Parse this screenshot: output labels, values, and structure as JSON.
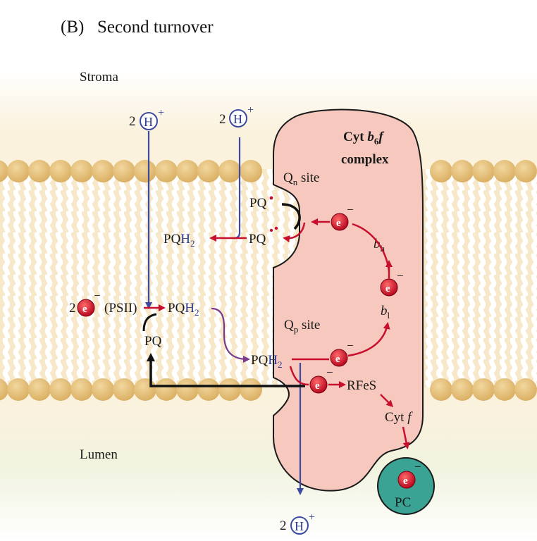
{
  "title": {
    "panel": "(B)",
    "text": "Second turnover"
  },
  "regions": {
    "stroma": "Stroma",
    "lumen": "Lumen"
  },
  "complex": {
    "line1": "Cyt",
    "b": "b",
    "b_sub": "6",
    "f": "f",
    "line2": "complex"
  },
  "sites": {
    "qn": {
      "q": "Q",
      "sub": "n",
      "text": " site"
    },
    "qp": {
      "q": "Q",
      "sub": "p",
      "text": " site"
    }
  },
  "protons": {
    "coef": "2",
    "h": "H",
    "plus": "+"
  },
  "electron": {
    "symbol": "e",
    "charge": "−",
    "coef": "2"
  },
  "molecules": {
    "pq": "PQ",
    "pq_base": "PQ",
    "h2_h": "H",
    "h2_sub": "2",
    "psii": "(PSII)"
  },
  "hemes": {
    "bh": {
      "b": "b",
      "sub": "h"
    },
    "bl": {
      "b": "b",
      "sub": "l"
    }
  },
  "carriers": {
    "rfes": "RFeS",
    "cytf_cyt": "Cyt",
    "cytf_f": "f",
    "pc": "PC"
  },
  "colors": {
    "complex_fill": "#f7c8bd",
    "arrow_red": "#c8102e",
    "arrow_blue": "#3c4aa0",
    "membrane_head": "#e6c07a",
    "pc_fill": "#3aa394"
  }
}
